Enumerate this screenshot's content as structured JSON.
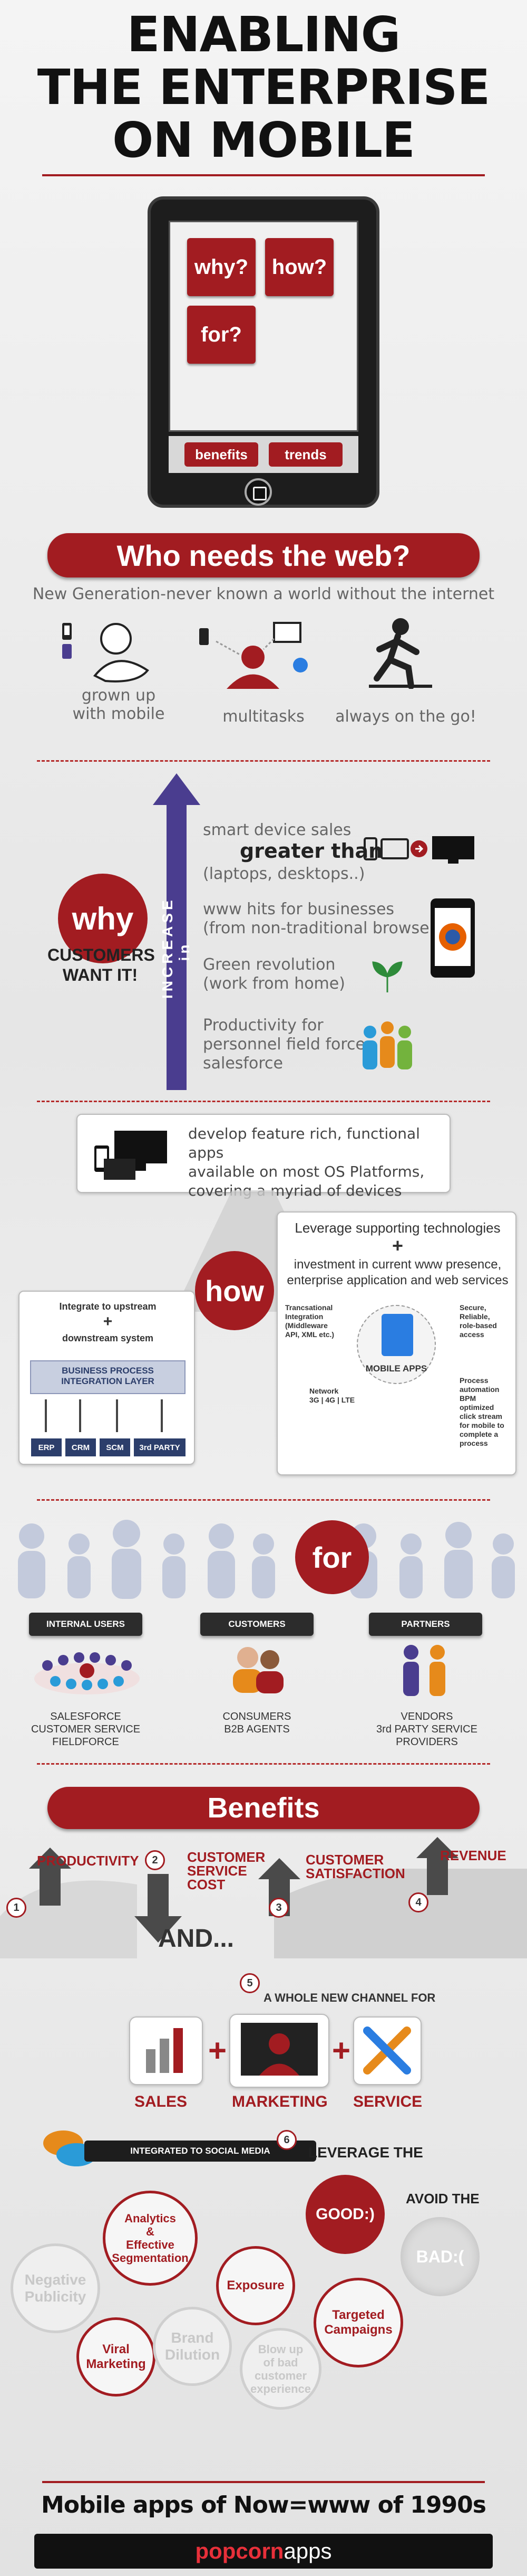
{
  "header": {
    "line1": "ENABLING",
    "line2": "THE ENTERPRISE",
    "line3": "ON MOBILE"
  },
  "phone": {
    "tile_why": "why?",
    "tile_how": "how?",
    "tile_for": "for?",
    "btn_benefits": "benefits",
    "btn_trends": "trends"
  },
  "who": {
    "banner": "Who needs the web?",
    "subtitle": "New Generation-never known a world without the internet",
    "items": [
      "grown up\nwith mobile",
      "multitasks",
      "always on the go!"
    ]
  },
  "why": {
    "label": "why",
    "customers": "CUSTOMERS\nWANT IT!",
    "increase": "INCREASE in",
    "item1a": "smart device sales",
    "item1b": "greater than",
    "item1c": "(laptops, desktops..)",
    "item2": "www hits for businesses\n(from non-traditional browsers)",
    "item3": "Green revolution\n(work from home)",
    "item4": "Productivity for\npersonnel field force,\nsalesforce"
  },
  "how": {
    "label": "how",
    "develop": "develop feature rich, functional apps\navailable on most OS Platforms,\ncovering a myriad of devices",
    "integrate": "Integrate to upstream",
    "downstream": "downstream system",
    "plus": "+",
    "bpl": "BUSINESS PROCESS\nINTEGRATION LAYER",
    "systems": [
      "ERP",
      "CRM",
      "SCM",
      "3rd PARTY"
    ],
    "leverage": "Leverage supporting technologies",
    "investment": "investment in current www presence,\nenterprise application and web services",
    "tx": "Trancsational\nIntegration\n(Middleware\nAPI, XML etc.)",
    "secure": "Secure,\nReliable,\nrole-based\naccess",
    "network": "Network\n3G | 4G | LTE",
    "process": "Process\nautomation\nBPM\noptimized\nclick stream\nfor mobile to\ncomplete a\nprocess",
    "mobile_apps": "MOBILE APPS"
  },
  "for": {
    "label": "for",
    "groups": [
      {
        "head": "INTERNAL USERS",
        "text": "SALESFORCE\nCUSTOMER SERVICE\nFIELDFORCE"
      },
      {
        "head": "CUSTOMERS",
        "text": "CONSUMERS\nB2B AGENTS"
      },
      {
        "head": "PARTNERS",
        "text": "VENDORS\n3rd PARTY SERVICE PROVIDERS"
      }
    ]
  },
  "benefits": {
    "banner": "Benefits",
    "productivity": "PRODUCTIVITY",
    "customer_service": "CUSTOMER\nSERVICE\nCOST",
    "satisfaction": "CUSTOMER\nSATISFACTION",
    "revenue": "REVENUE",
    "and": "AND...",
    "nums": [
      "1",
      "2",
      "3",
      "4",
      "5",
      "6"
    ],
    "channel": "A WHOLE NEW CHANNEL FOR",
    "sales": "SALES",
    "marketing": "MARKETING",
    "service": "SERVICE",
    "social": "INTEGRATED TO SOCIAL MEDIA",
    "leverage": "LEVERAGE THE",
    "avoid": "AVOID THE",
    "good": "GOOD:)",
    "bad": "BAD:(",
    "bubbles": [
      "Analytics\n&\nEffective\nSegmentation",
      "Exposure",
      "Targeted\nCampaigns",
      "Viral\nMarketing",
      "Negative\nPublicity",
      "Brand\nDilution",
      "Blow up\nof bad\ncustomer\nexperience"
    ]
  },
  "footer": {
    "tagline": "Mobile apps of Now=www of 1990s",
    "brand_a": "popcorn",
    "brand_b": "apps"
  },
  "colors": {
    "accent": "#a21c21",
    "navy": "#2c3e6b",
    "purple": "#4a3d8f"
  }
}
